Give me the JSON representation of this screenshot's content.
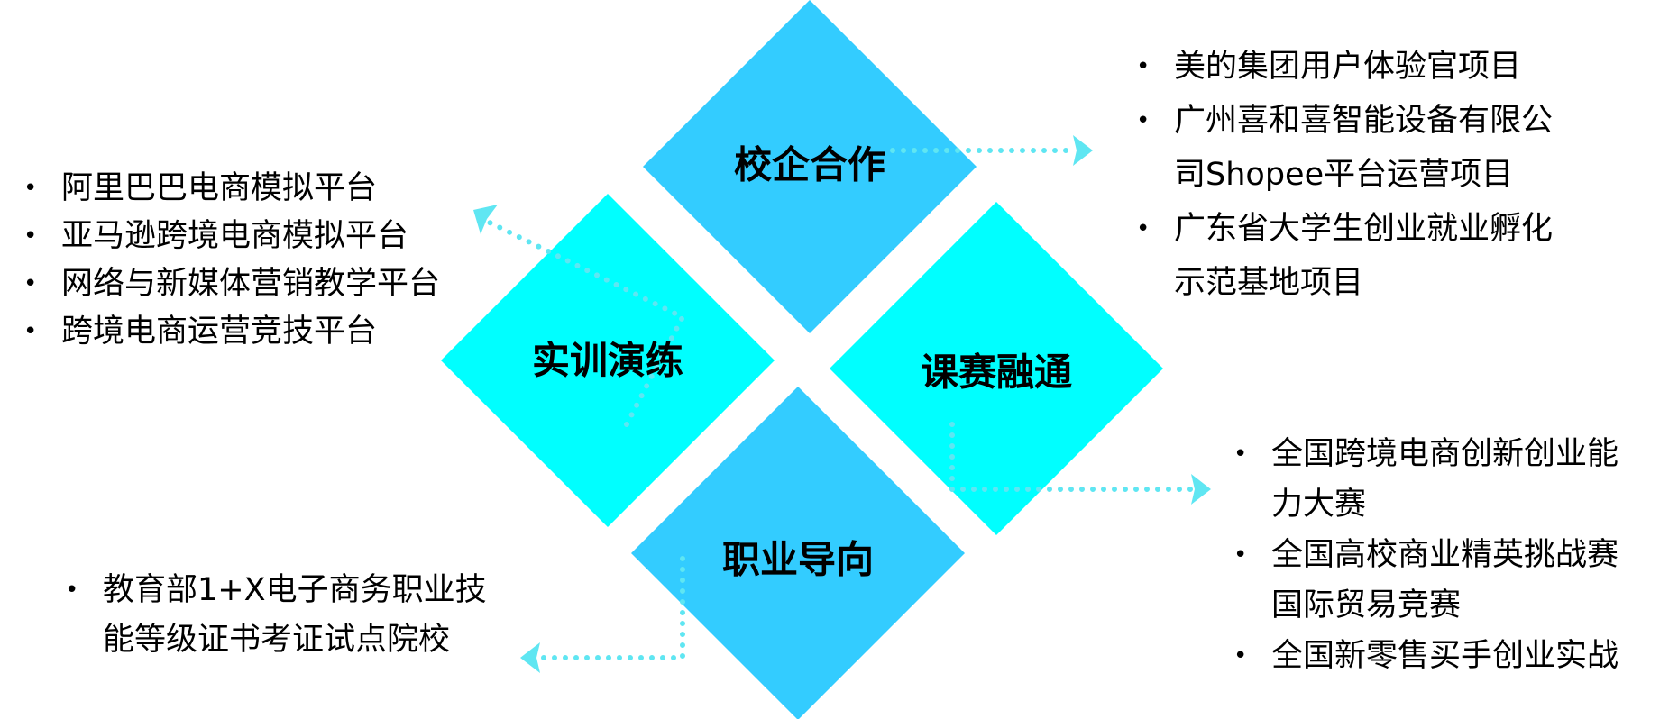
{
  "colors": {
    "blue": "#33CCFF",
    "cyan": "#00FFFF",
    "dots": "#5FE6F2"
  },
  "quadrants": {
    "top": {
      "title": "校企合作",
      "items": [
        [
          "美的集团用户体验官项目"
        ],
        [
          "广州喜和喜智能设备有限公",
          "司Shopee平台运营项目"
        ],
        [
          "广东省大学生创业就业孵化",
          "示范基地项目"
        ]
      ]
    },
    "left": {
      "title": "实训演练",
      "items": [
        [
          "阿里巴巴电商模拟平台"
        ],
        [
          "亚马逊跨境电商模拟平台"
        ],
        [
          "网络与新媒体营销教学平台"
        ],
        [
          "跨境电商运营竞技平台"
        ]
      ]
    },
    "right": {
      "title": "课赛融通",
      "items": [
        [
          "全国跨境电商创新创业能",
          "力大赛"
        ],
        [
          "全国高校商业精英挑战赛",
          "国际贸易竞赛"
        ],
        [
          "全国新零售买手创业实战"
        ]
      ]
    },
    "bottom": {
      "title": "职业导向",
      "items": [
        [
          "教育部1+X电子商务职业技",
          "能等级证书考证试点院校"
        ]
      ]
    }
  }
}
